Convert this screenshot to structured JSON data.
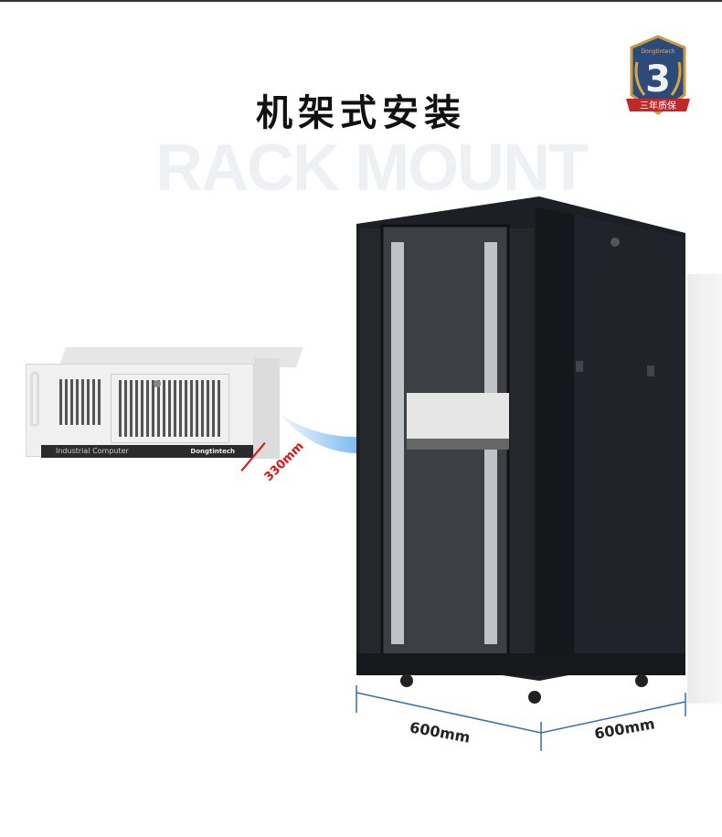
{
  "header": {
    "title": "机架式安装",
    "watermark": "RACK MOUNT"
  },
  "badge": {
    "brand": "Dongtintech",
    "number": "3",
    "ribbon": "三年质保",
    "colors": {
      "shield": "#2c4a7a",
      "ribbon": "#c0282a",
      "gold": "#d8a640"
    }
  },
  "server": {
    "label_left": "Industrial Computer",
    "label_right": "Dongtintech",
    "depth": "330mm"
  },
  "cabinet": {
    "width": "600mm",
    "depth": "600mm"
  },
  "colors": {
    "accent_arrow": "#3a97e8",
    "dimension_red": "#e01010",
    "cabinet": "#1c1f24"
  }
}
